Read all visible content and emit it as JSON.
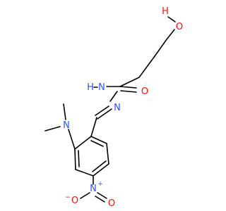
{
  "atoms": {
    "hydroxyl_h": "H",
    "hydroxyl_o": "O",
    "amide_h": "H",
    "amide_n": "N",
    "carbonyl_o": "O",
    "imine_n": "N",
    "amine_n": "N",
    "nitro_n": "N",
    "nitro_plus": "+",
    "nitro_o_minus": "O",
    "minus": "−",
    "nitro_o_double": "O"
  },
  "colors": {
    "bond": "#000000",
    "oxygen": "#ff0d0d",
    "nitrogen": "#3050f8"
  }
}
